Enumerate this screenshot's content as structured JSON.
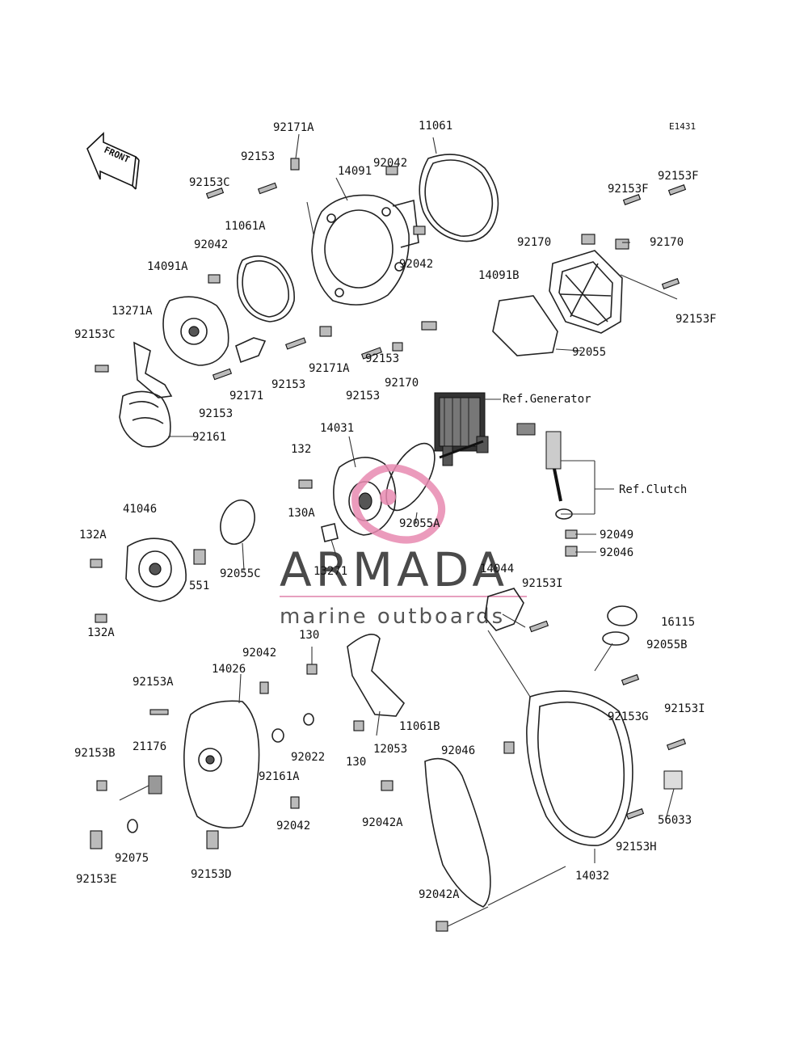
{
  "diagram": {
    "code": "E1431",
    "front_label": "FRONT",
    "watermark": {
      "title": "ARMADA",
      "subtitle": "marine outboards",
      "colors": {
        "logo": "#e88ab0",
        "text": "#4a4a4a",
        "rule": "#e7a0bf"
      }
    },
    "references": [
      "Ref.Generator",
      "Ref.Clutch"
    ],
    "labels": [
      "92171A",
      "11061",
      "92153",
      "92042",
      "14091",
      "92153C",
      "11061A",
      "92042",
      "92042",
      "14091A",
      "13271A",
      "92153C",
      "92153",
      "92171A",
      "92170",
      "92153",
      "92171",
      "92153",
      "92153",
      "92161",
      "92153F",
      "92153F",
      "92170",
      "92170",
      "14091B",
      "92153F",
      "92055",
      "14031",
      "132",
      "130A",
      "92055A",
      "41046",
      "132A",
      "551",
      "92055C",
      "13271",
      "132A",
      "92049",
      "92046",
      "14044",
      "92153I",
      "16115",
      "92055B",
      "130",
      "92042",
      "14026",
      "92153A",
      "92022",
      "92161A",
      "130",
      "12053",
      "11061B",
      "92046",
      "92153G",
      "92153I",
      "92153B",
      "21176",
      "92042A",
      "56033",
      "92042",
      "92075",
      "92153H",
      "92153E",
      "92153D",
      "14032",
      "92042A"
    ]
  }
}
